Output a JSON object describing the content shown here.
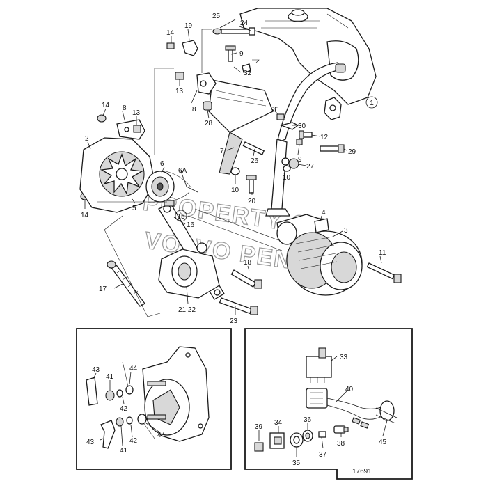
{
  "watermark": {
    "line1": "PROPERTY OF",
    "line2": "VOLVO PENTA"
  },
  "drawing_number": "17691",
  "circled_labels": [
    "1",
    "15"
  ],
  "main_labels": [
    "25",
    "24",
    "14",
    "19",
    "9",
    "32",
    "13",
    "8",
    "28",
    "14",
    "8",
    "13",
    "2",
    "31",
    "30",
    "12",
    "9",
    "29",
    "27",
    "10",
    "26",
    "7",
    "6",
    "6A",
    "10",
    "20",
    "14",
    "5",
    "16",
    "4",
    "3",
    "11",
    "18",
    "17",
    "21.22",
    "23"
  ],
  "inset_left_labels": [
    "43",
    "41",
    "44",
    "42",
    "43",
    "41",
    "42",
    "44"
  ],
  "inset_right_labels": [
    "33",
    "40",
    "39",
    "34",
    "36",
    "38",
    "45",
    "35",
    "37"
  ]
}
